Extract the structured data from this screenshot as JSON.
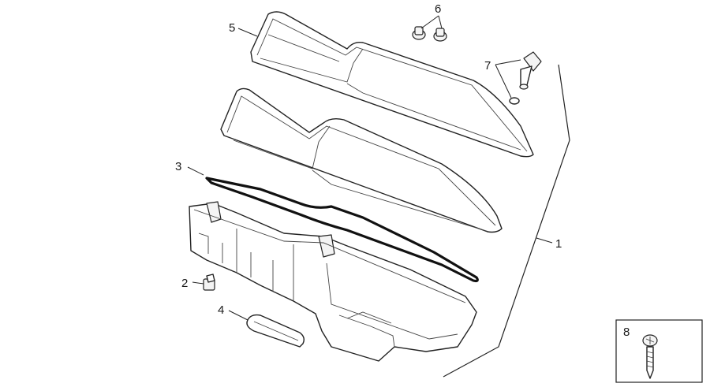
{
  "diagram": {
    "callouts": {
      "n1": "1",
      "n2": "2",
      "n3": "3",
      "n4": "4",
      "n5": "5",
      "n6": "6",
      "n7": "7",
      "n8": "8"
    }
  }
}
